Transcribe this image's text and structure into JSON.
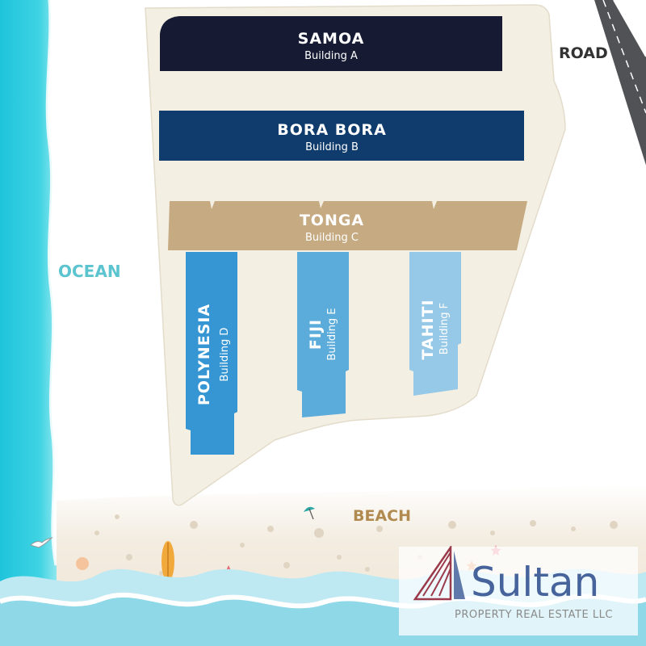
{
  "map": {
    "labels": {
      "ocean": "OCEAN",
      "road": "ROAD",
      "beach": "BEACH"
    },
    "buildings": [
      {
        "id": "a",
        "name": "SAMOA",
        "subtitle": "Building A",
        "color": "#161b33"
      },
      {
        "id": "b",
        "name": "BORA BORA",
        "subtitle": "Building B",
        "color": "#0f3c6d"
      },
      {
        "id": "c",
        "name": "TONGA",
        "subtitle": "Building C",
        "color": "#c5aa82"
      },
      {
        "id": "d",
        "name": "POLYNESIA",
        "subtitle": "Building D",
        "color": "#3596d3"
      },
      {
        "id": "e",
        "name": "FIJI",
        "subtitle": "Building E",
        "color": "#5cacdb"
      },
      {
        "id": "f",
        "name": "TAHITI",
        "subtitle": "Building F",
        "color": "#96c8e7"
      }
    ]
  },
  "watermark": {
    "brand": "Sultan",
    "tagline": "PROPERTY REAL ESTATE LLC"
  },
  "colors": {
    "ocean": "#33cde0",
    "site": "#f4efe3",
    "beach_sand": "#efe6d6",
    "label_ocean": "#5cc4cf",
    "label_road": "#333333",
    "label_beach": "#b08a4e",
    "brand": "#47639c"
  }
}
